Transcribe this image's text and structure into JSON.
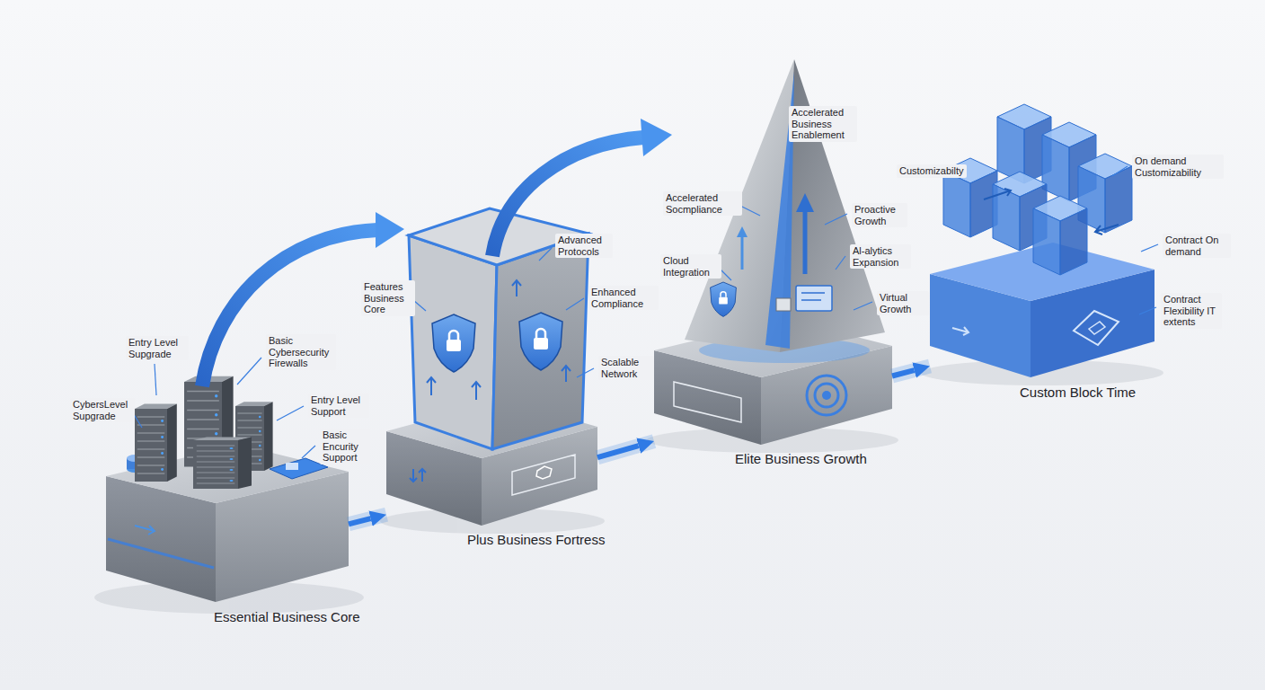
{
  "diagram": {
    "nodes": [
      {
        "text": [
          "Essential Business Core"
        ]
      },
      {
        "text": [
          "Plus Business Fortress"
        ]
      },
      {
        "text": [
          "Elite Business Growth"
        ]
      },
      {
        "text": [
          "Custom Block Time"
        ]
      }
    ],
    "edges": [
      {
        "from": 0,
        "to": 1,
        "arrow": "to"
      },
      {
        "from": 1,
        "to": 2,
        "arrow": "to"
      },
      {
        "from": 2,
        "to": 3,
        "arrow": "to"
      }
    ],
    "labels": [
      "Entry Level Supgrade",
      "Basic Cybersecurity Firewalls",
      "CybersLevel Supgrade",
      "Entry Level Support",
      "Basic Encurity Support",
      "Features Business Core",
      "Advanced Protocols",
      "Enhanced Compliance",
      "Scalable Network",
      "Accelerated Business Enablement",
      "Accelerated Socmpliance",
      "Proactive Growth",
      "Cloud Integration",
      "Al-alytics Expansion",
      "Virtual Growth",
      "Customizabilty",
      "On demand Customizability",
      "Contract On demand",
      "Contract Flexibility IT extents"
    ]
  }
}
